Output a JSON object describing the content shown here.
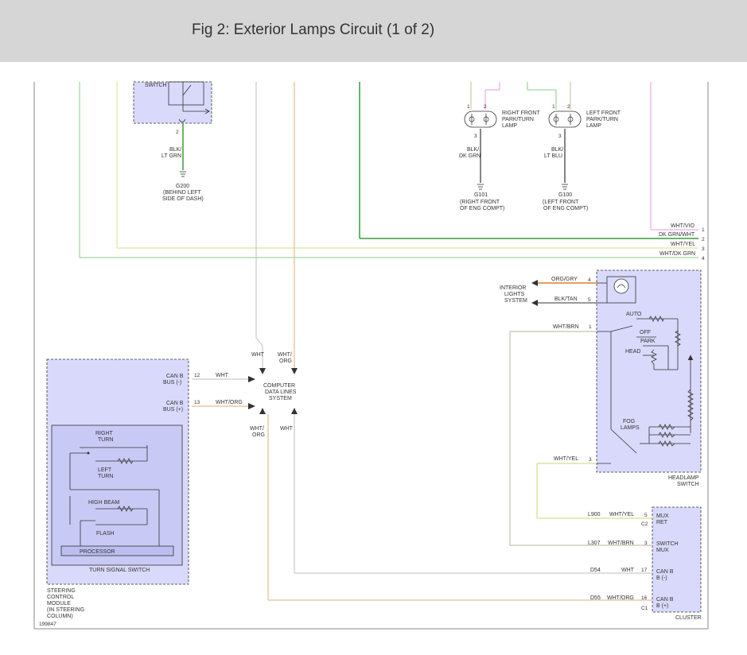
{
  "page": {
    "title": "Fig 2: Exterior Lamps Circuit (1 of 2)"
  },
  "colors": {
    "module_fill": "#d9d9fb",
    "wire_green": "#3a9a3a",
    "wire_white": "#c9c9c9",
    "wire_wht_org": "#e8c8a4",
    "wire_wht_yel": "#e2e2a0",
    "wire_wht_vio": "#e39ae3",
    "wire_wht_brn": "#c8c0b0",
    "wire_org": "#d9822b",
    "frame": "#888888"
  },
  "diagram": {
    "top_switch": {
      "label": "SWITCH",
      "pin": "2"
    },
    "g200": {
      "wire": [
        "BLK/",
        "LT GRN"
      ],
      "name": "G200",
      "loc": [
        "(BEHIND LEFT",
        "SIDE OF DASH)"
      ]
    },
    "rf_lamp": {
      "pin1": "1",
      "pin2": "2",
      "pin3": "3",
      "name": [
        "RIGHT FRONT",
        "PARK/TURN",
        "LAMP"
      ],
      "wire": [
        "BLK/",
        "DK GRN"
      ],
      "ground": "G101",
      "loc": [
        "(RIGHT FRONT",
        "OF ENG COMPT)"
      ]
    },
    "lf_lamp": {
      "pin1": "1",
      "pin2": "2",
      "pin3": "3",
      "name": [
        "LEFT FRONT",
        "PARK/TURN",
        "LAMP"
      ],
      "wire": [
        "BLK/",
        "LT BLU"
      ],
      "ground": "G100",
      "loc": [
        "(LEFT FRONT",
        "OF ENG COMPT)"
      ]
    },
    "bus_wires": [
      {
        "label": "WHT/VIO",
        "num": "1"
      },
      {
        "label": "DK GRN/WHT",
        "num": "2"
      },
      {
        "label": "WHT/YEL",
        "num": "3"
      },
      {
        "label": "WHT/DK GRN",
        "num": "4"
      }
    ],
    "interior": {
      "name": [
        "INTERIOR",
        "LIGHTS",
        "SYSTEM"
      ],
      "wire1": "ORG/GRY",
      "pin1": "4",
      "wire2": "BLK/TAN",
      "pin2": "5"
    },
    "headlamp": {
      "wire_in": "WHT/BRN",
      "pin_in": "1",
      "positions": [
        "AUTO",
        "OFF",
        "PARK",
        "HEAD"
      ],
      "fog": [
        "FOG",
        "LAMPS"
      ],
      "wire_out": "WHT/YEL",
      "pin_out": "3",
      "name": [
        "HEADLAMP",
        "SWITCH"
      ]
    },
    "cdl": {
      "name": [
        "COMPUTER",
        "DATA LINES",
        "SYSTEM"
      ],
      "top_left": "WHT",
      "top_right": [
        "WHT/",
        "ORG"
      ],
      "bot_left": [
        "WHT/",
        "ORG"
      ],
      "bot_right": "WHT"
    },
    "scm": {
      "can_minus": [
        "CAN B",
        "BUS (-)"
      ],
      "pin_minus": "12",
      "wire_minus": "WHT",
      "can_plus": [
        "CAN B",
        "BUS (+)"
      ],
      "pin_plus": "13",
      "wire_plus": "WHT/ORG",
      "turn_right": [
        "RIGHT",
        "TURN"
      ],
      "turn_left": [
        "LEFT",
        "TURN"
      ],
      "high_beam": "HIGH BEAM",
      "flash": "FLASH",
      "processor": "PROCESSOR",
      "tss_name": "TURN SIGNAL SWITCH",
      "name": [
        "STEERING",
        "CONTROL",
        "MODULE",
        "(IN STEERING",
        "COLUMN)"
      ]
    },
    "cluster": {
      "rows": [
        {
          "circuit": "L900",
          "wire": "WHT/YEL",
          "pin": "5",
          "conn": "C2",
          "label": [
            "MUX",
            "RET"
          ]
        },
        {
          "circuit": "L307",
          "wire": "WHT/BRN",
          "pin": "3",
          "conn": "",
          "label": [
            "SWITCH",
            "MUX"
          ]
        },
        {
          "circuit": "D54",
          "wire": "WHT",
          "pin": "17",
          "conn": "",
          "label": [
            "CAN B",
            "B (-)"
          ]
        },
        {
          "circuit": "D55",
          "wire": "WHT/ORG",
          "pin": "16",
          "conn": "C1",
          "label": [
            "CAN B",
            "B (+)"
          ]
        }
      ],
      "name": "CLUSTER"
    },
    "fig_id": "199847"
  }
}
